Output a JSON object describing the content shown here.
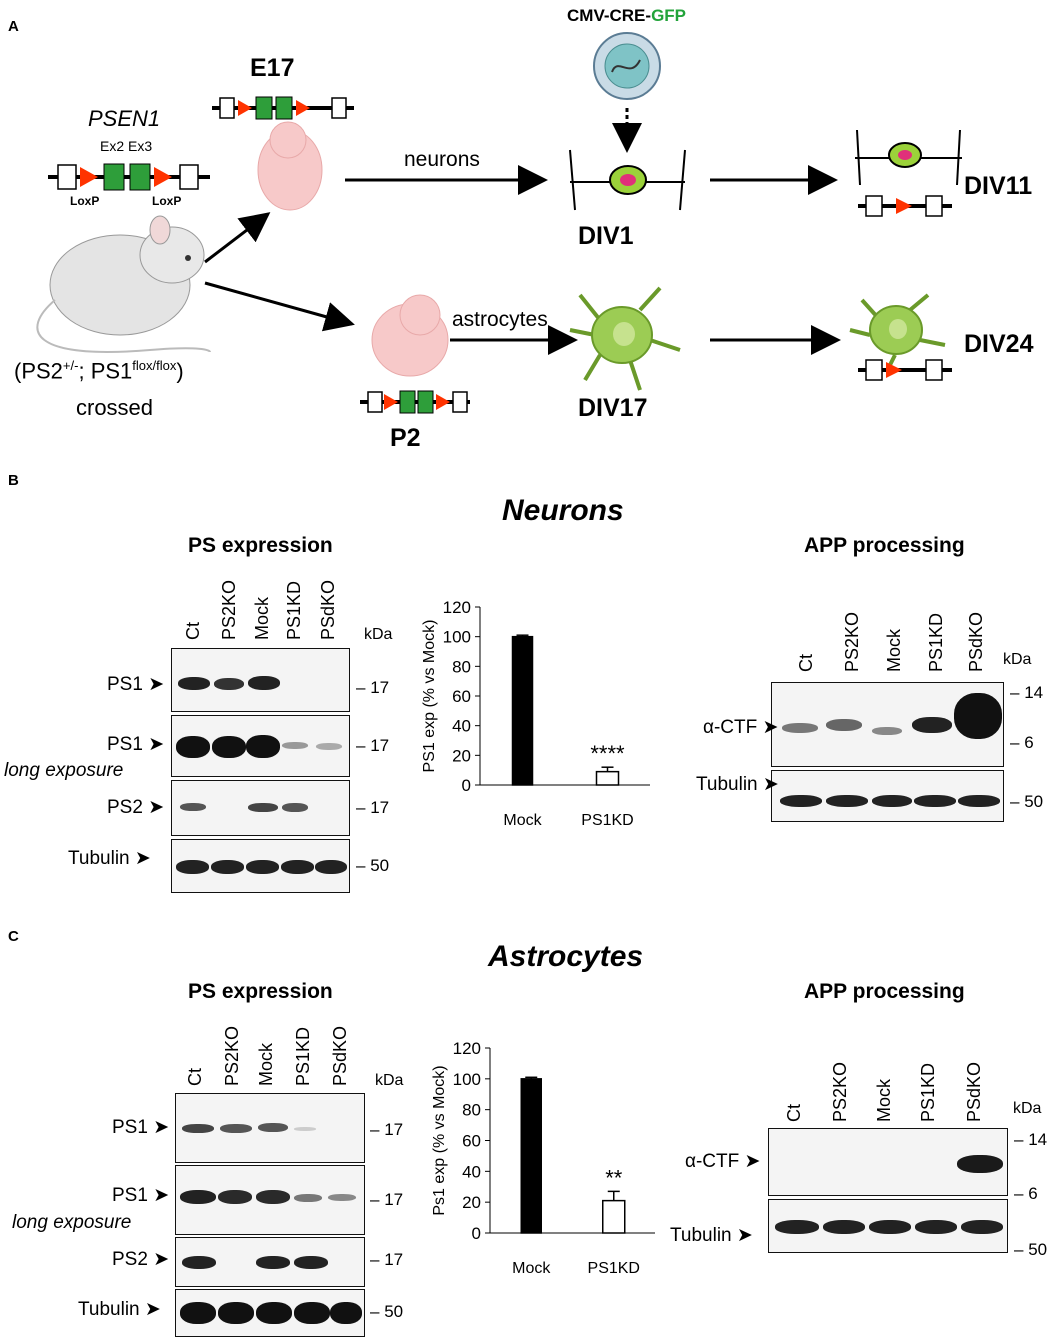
{
  "panels": {
    "a": "A",
    "b": "B",
    "c": "C"
  },
  "panel_a": {
    "gene": "PSEN1",
    "ex2": "Ex2",
    "ex3": "Ex3",
    "loxp1": "LoxP",
    "loxp2": "LoxP",
    "genotype_open": "(PS2",
    "genotype_sup1": "+/-",
    "genotype_mid": "; PS1",
    "genotype_sup2": "flox/flox",
    "genotype_close": ")",
    "crossed": "crossed",
    "e17": "E17",
    "p2": "P2",
    "neurons": "neurons",
    "astrocytes": "astrocytes",
    "virus_prefix": "CMV-CRE-",
    "virus_gfp": "GFP",
    "div1": "DIV1",
    "div11": "DIV11",
    "div17": "DIV17",
    "div24": "DIV24",
    "colors": {
      "loxp": "#ff3300",
      "exon": "#2e9e3a",
      "gfp": "#22a33a",
      "embryo": "#f7c9c9",
      "astro": "#9ccc54",
      "neuron_body": "#9bd23a",
      "nucleus": "#e0307a"
    }
  },
  "panel_b": {
    "title": "Neurons",
    "ps_expression": "PS expression",
    "app_processing": "APP processing",
    "lanes": [
      "Ct",
      "PS2KO",
      "Mock",
      "PS1KD",
      "PSdKO"
    ],
    "kda": "kDa",
    "rows": [
      "PS1",
      "PS1",
      "PS2",
      "Tubulin"
    ],
    "long_exposure": "long exposure",
    "mw_left": [
      "17",
      "17",
      "17",
      "50"
    ],
    "actf": "α-CTF",
    "tubulin": "Tubulin",
    "mw_right": [
      "14",
      "6",
      "50"
    ],
    "chart_data": {
      "type": "bar",
      "categories": [
        "Mock",
        "PS1KD"
      ],
      "values": [
        100,
        9
      ],
      "errors": [
        1,
        3
      ],
      "ylabel": "PS1 exp (% vs Mock)",
      "ylim": [
        0,
        120
      ],
      "yticks": [
        0,
        20,
        40,
        60,
        80,
        100,
        120
      ],
      "annotation": "****"
    }
  },
  "panel_c": {
    "title": "Astrocytes",
    "ps_expression": "PS expression",
    "app_processing": "APP processing",
    "lanes": [
      "Ct",
      "PS2KO",
      "Mock",
      "PS1KD",
      "PSdKO"
    ],
    "kda": "kDa",
    "rows": [
      "PS1",
      "PS1",
      "PS2",
      "Tubulin"
    ],
    "long_exposure": "long exposure",
    "mw_left": [
      "17",
      "17",
      "17",
      "50"
    ],
    "actf": "α-CTF",
    "tubulin": "Tubulin",
    "mw_right": [
      "14",
      "6",
      "50"
    ],
    "chart_data": {
      "type": "bar",
      "categories": [
        "Mock",
        "PS1KD"
      ],
      "values": [
        100,
        21
      ],
      "errors": [
        1,
        6
      ],
      "ylabel": "Ps1 exp (% vs Mock)",
      "ylim": [
        0,
        120
      ],
      "yticks": [
        0,
        20,
        40,
        60,
        80,
        100,
        120
      ],
      "annotation": "**"
    }
  }
}
